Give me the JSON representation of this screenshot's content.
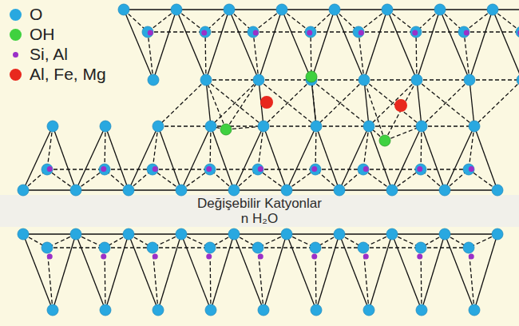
{
  "diagram": {
    "labels": [
      "Değişebilir Katyonlar",
      "n H₂O"
    ],
    "legend": [
      {
        "text": "O",
        "color": "#29a8e0"
      },
      {
        "text": "OH",
        "color": "#3fd13f"
      },
      {
        "text": "Si, Al",
        "color": "#9b30c8"
      },
      {
        "text": "Al, Fe, Mg",
        "color": "#e8281e"
      }
    ]
  }
}
